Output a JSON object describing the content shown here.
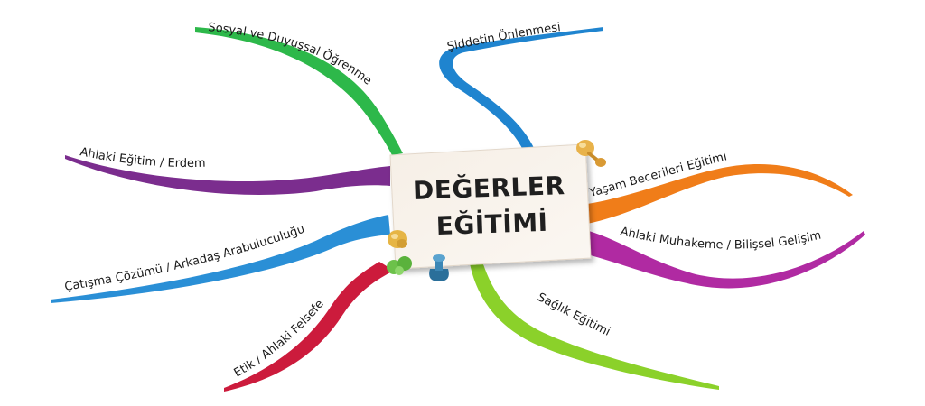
{
  "center": {
    "title_line1": "DEĞERLER",
    "title_line2": "EĞİTİMİ"
  },
  "branches": [
    {
      "label": "Sosyal ve Duyuşsal Öğrenme",
      "color": "#2db84a"
    },
    {
      "label": "Şiddetin Önlenmesi",
      "color": "#1f84cf"
    },
    {
      "label": "Ahlaki Eğitim / Erdem",
      "color": "#7b2d8e"
    },
    {
      "label": "Yaşam Becerileri Eğitimi",
      "color": "#f07d19"
    },
    {
      "label": "Çatışma Çözümü / Arkadaş Arabuluculuğu",
      "color": "#2a8fd6"
    },
    {
      "label": "Ahlaki Muhakeme / Bilişsel Gelişim",
      "color": "#b02aa2"
    },
    {
      "label": "Etik / Ahlaki Felsefe",
      "color": "#cc1b3c"
    },
    {
      "label": "Sağlık Eğitimi",
      "color": "#8bd12a"
    }
  ]
}
